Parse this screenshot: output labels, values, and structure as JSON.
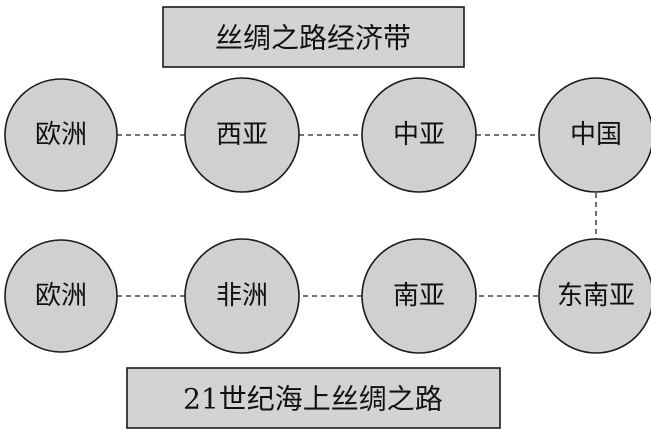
{
  "top_route": {
    "title": "丝绸之路经济带",
    "nodes": [
      "欧洲",
      "西亚",
      "中亚",
      "中国"
    ]
  },
  "bottom_route": {
    "title": "21世纪海上丝绸之路",
    "nodes": [
      "欧洲",
      "非洲",
      "南亚",
      "东南亚"
    ]
  },
  "colors": {
    "box_fill": "#d3d3d3",
    "node_fill": "#d0d0d0",
    "stroke": "#1a1a1a"
  }
}
